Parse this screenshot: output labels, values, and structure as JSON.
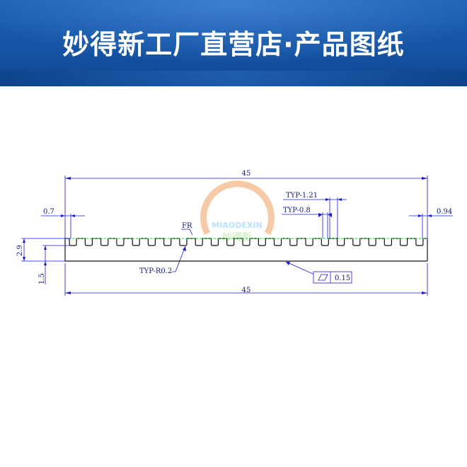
{
  "banner": {
    "title": "妙得新工厂直营店·产品图纸"
  },
  "watermark": {
    "brand_latin": "MIAODEXIN",
    "brand_chinese": "妙得新"
  },
  "dimensions": {
    "overall_width_top": "45",
    "overall_width_bottom": "45",
    "left_gap": "0.7",
    "right_gap": "0.94",
    "fin_pitch": "TYP-1.21",
    "fin_width": "TYP-0.8",
    "fillet": "FR",
    "root_radius": "TYP-R0.2",
    "total_height": "2.9",
    "base_thickness": "1.5",
    "flatness": "0.15"
  },
  "colors": {
    "banner": "#1a5bb0",
    "dimension_line": "#1a1ad6",
    "part_outline": "#111111",
    "tip_line": "#2ecc40"
  }
}
